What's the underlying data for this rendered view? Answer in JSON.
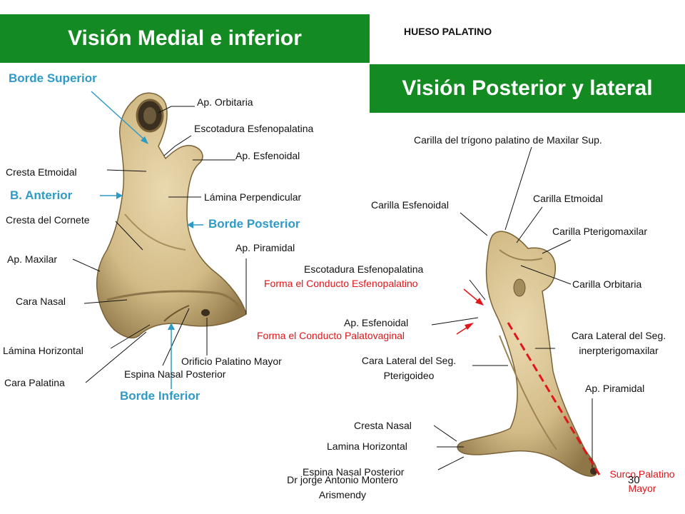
{
  "slide": {
    "banner_left": "Visión Medial  e inferior",
    "banner_right": "Visión Posterior y lateral",
    "top_title": "HUESO PALATINO",
    "author_line1": "Dr jorge Antonio Montero",
    "author_line2": "Arismendy",
    "page_number": "30"
  },
  "left_figure": {
    "labels": {
      "borde_superior": "Borde Superior",
      "ap_orbitaria": "Ap. Orbitaria",
      "escotadura": "Escotadura Esfenopalatina",
      "ap_esfenoidal": "Ap. Esfenoidal",
      "cresta_etmoidal": "Cresta Etmoidal",
      "b_anterior": "B. Anterior",
      "lamina_perpendicular": "Lámina Perpendicular",
      "cresta_cornete": "Cresta del Cornete",
      "borde_posterior": "Borde Posterior",
      "ap_piramidal": "Ap. Piramidal",
      "ap_maxilar": "Ap. Maxilar",
      "cara_nasal": "Cara Nasal",
      "lamina_horizontal": "Lámina Horizontal",
      "orificio": "Orificio Palatino Mayor",
      "espina": "Espina Nasal Posterior",
      "cara_palatina": "Cara Palatina",
      "borde_inferior": "Borde Inferior"
    }
  },
  "right_figure": {
    "labels": {
      "carilla_trigono": "Carilla del trígono palatino de Maxilar Sup.",
      "carilla_esfenoidal": "Carilla Esfenoidal",
      "carilla_etmoidal": "Carilla Etmoidal",
      "carilla_pterigo": "Carilla Pterigomaxilar",
      "escotadura": "Escotadura Esfenopalatina",
      "forma_esfeno": "Forma el Conducto Esfenopalatino",
      "carilla_orbitaria": "Carilla Orbitaria",
      "ap_esfenoidal": "Ap. Esfenoidal",
      "forma_palatovaginal": "Forma el Conducto Palatovaginal",
      "cara_lateral_inter_1": "Cara Lateral del Seg.",
      "cara_lateral_inter_2": "inerpterigomaxilar",
      "cara_lateral_pter_1": "Cara Lateral del Seg.",
      "cara_lateral_pter_2": "Pterigoideo",
      "ap_piramidal": "Ap. Piramidal",
      "cresta_nasal": "Cresta Nasal",
      "lamina_horizontal": "Lamina Horizontal",
      "espina": "Espina Nasal Posterior",
      "surco_1": "Surco Palatino",
      "surco_2": "Mayor"
    }
  },
  "colors": {
    "banner_green": "#138a22",
    "label_blue": "#2f9ac6",
    "label_red": "#e0161a",
    "bone": "#d6c08e"
  }
}
